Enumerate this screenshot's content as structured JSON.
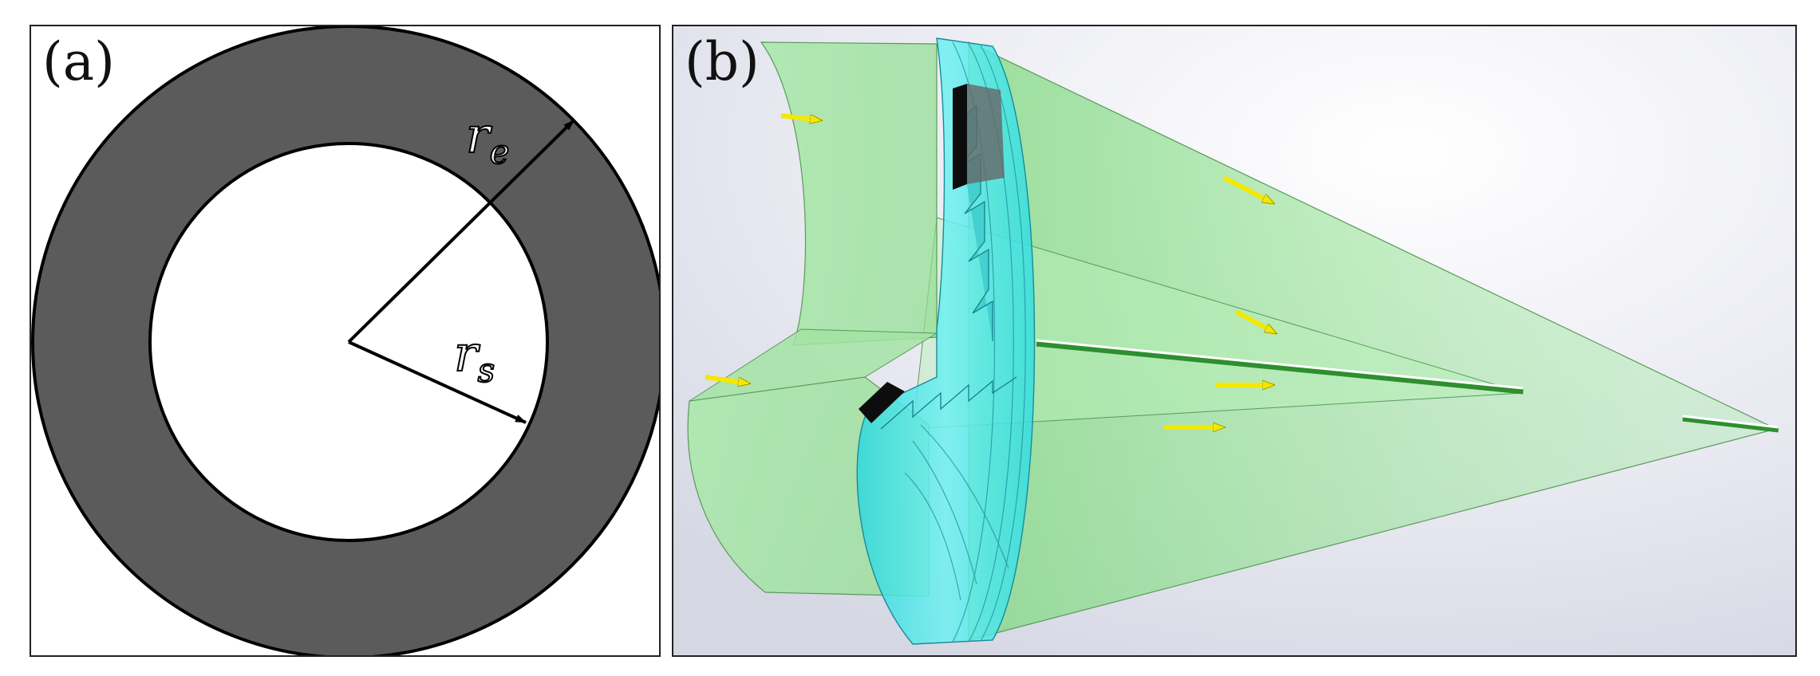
{
  "panels": {
    "a": {
      "label": "(a)"
    },
    "b": {
      "label": "(b)"
    }
  },
  "symbols": {
    "r_e": {
      "base": "r",
      "sub": "e"
    },
    "r_s": {
      "base": "r",
      "sub": "s"
    }
  },
  "colors": {
    "annulus": "#5b5b5b",
    "lens_cyan": "#3fe6e6",
    "beam_green": "#8de08d",
    "arrow_yellow": "#f4e800",
    "background_gray": "#d9dbe6"
  }
}
